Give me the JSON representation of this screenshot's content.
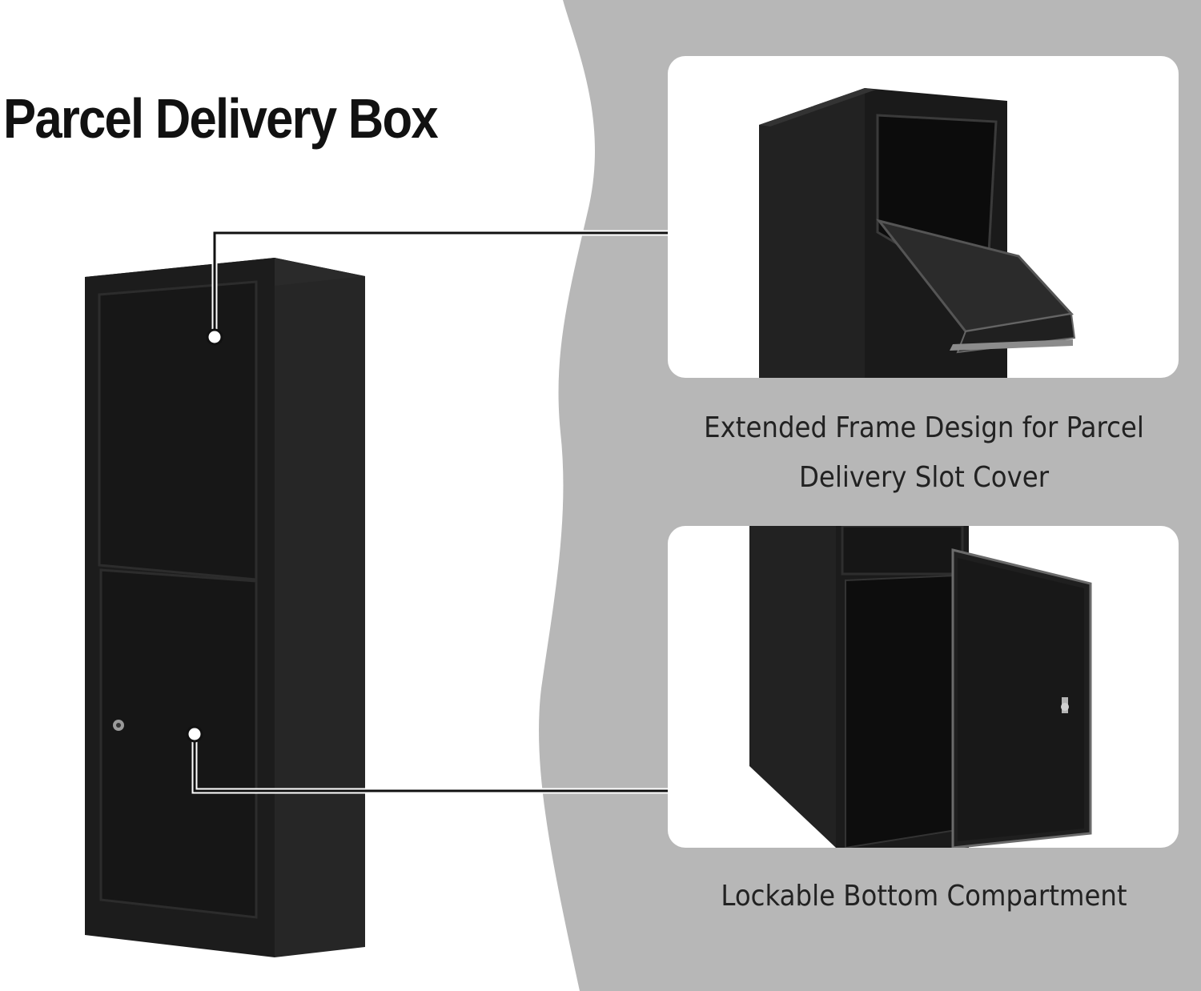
{
  "title": "Parcel Delivery Box",
  "features": [
    {
      "caption_line1": "Extended Frame Design for Parcel",
      "caption_line2": "Delivery Slot Cover"
    },
    {
      "caption_line1": "Lockable Bottom Compartment",
      "caption_line2": ""
    }
  ],
  "colors": {
    "background": "#ffffff",
    "wave_panel": "#b7b7b7",
    "box": "#1a1a1a",
    "connector": "#111111"
  },
  "icons": [
    "lock-keyhole-icon",
    "latch-icon"
  ]
}
